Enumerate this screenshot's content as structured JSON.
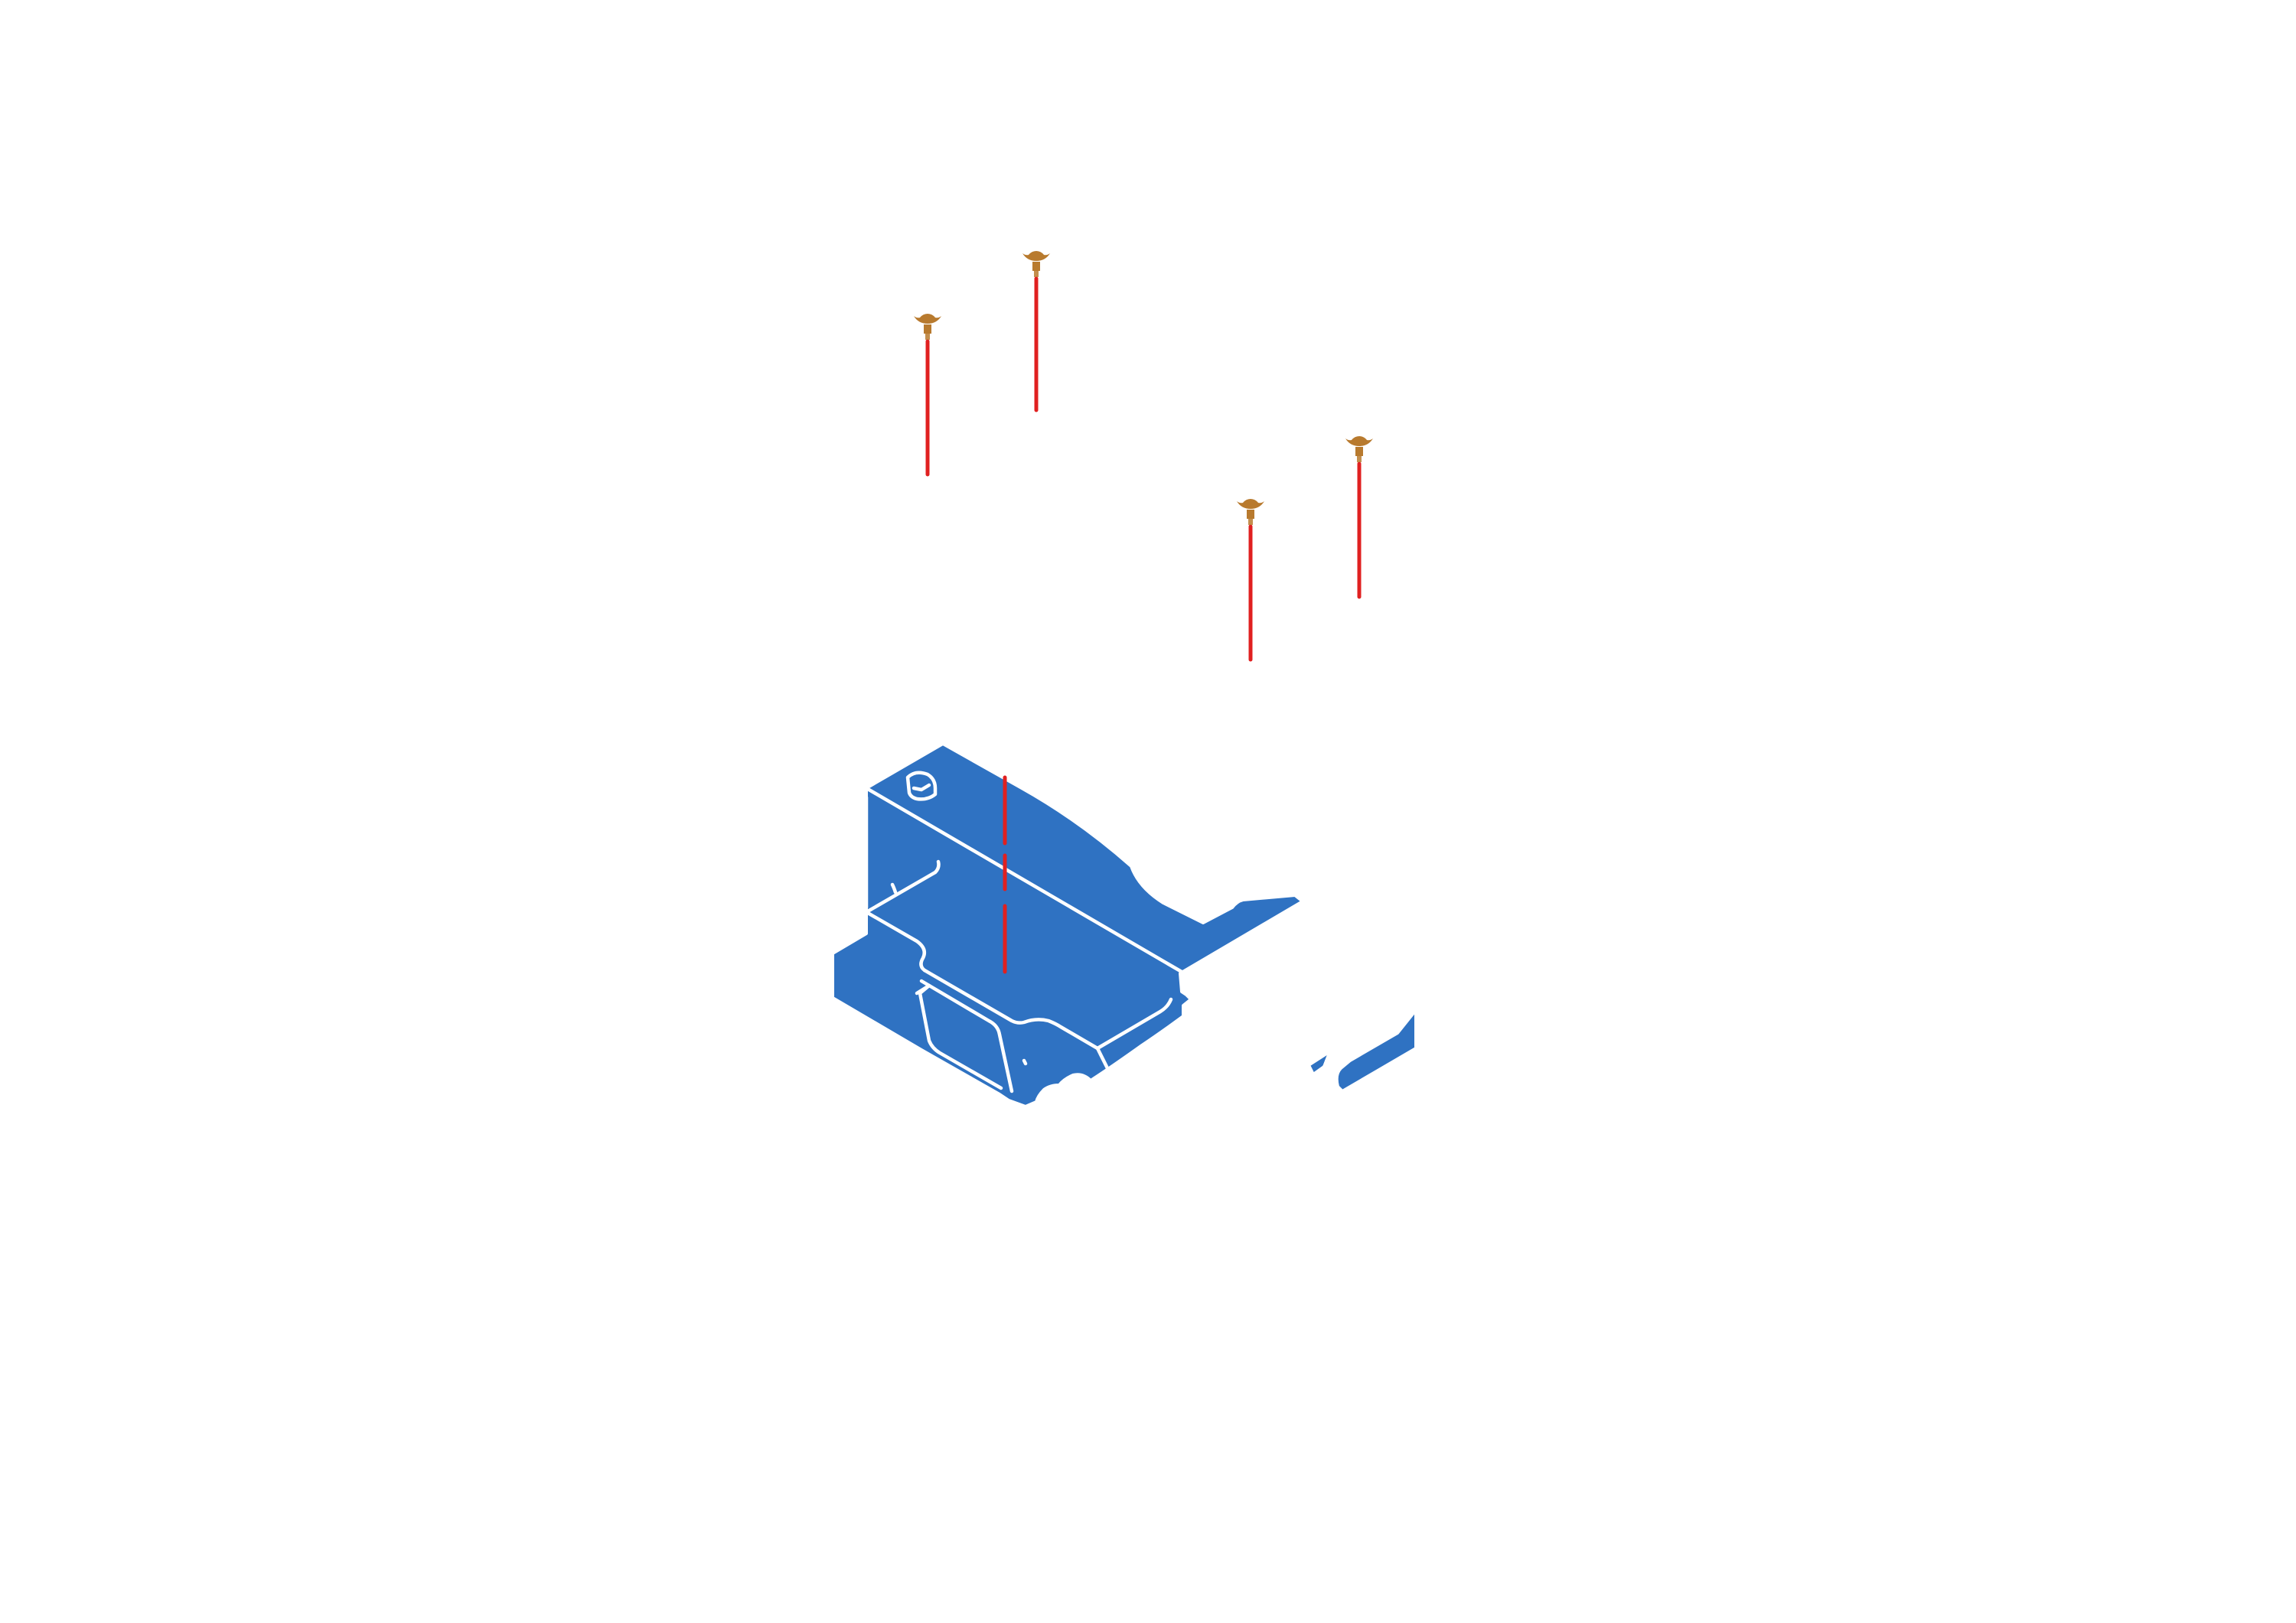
{
  "diagram": {
    "kind": "exploded-assembly-illustration",
    "view": "isometric",
    "text_labels": [],
    "colors": {
      "background": "#ffffff",
      "part_fill": "#2f72c2",
      "part_outline": "#ffffff",
      "guide_line": "#e02020",
      "fastener": "#b87a2e"
    },
    "components": [
      {
        "name": "mounting-bracket",
        "icon": "bracket-icon"
      },
      {
        "name": "fastener-1",
        "icon": "screw-icon"
      },
      {
        "name": "fastener-2",
        "icon": "screw-icon"
      },
      {
        "name": "fastener-3",
        "icon": "screw-icon"
      },
      {
        "name": "fastener-4",
        "icon": "screw-icon"
      }
    ],
    "fastener_count": 4
  }
}
